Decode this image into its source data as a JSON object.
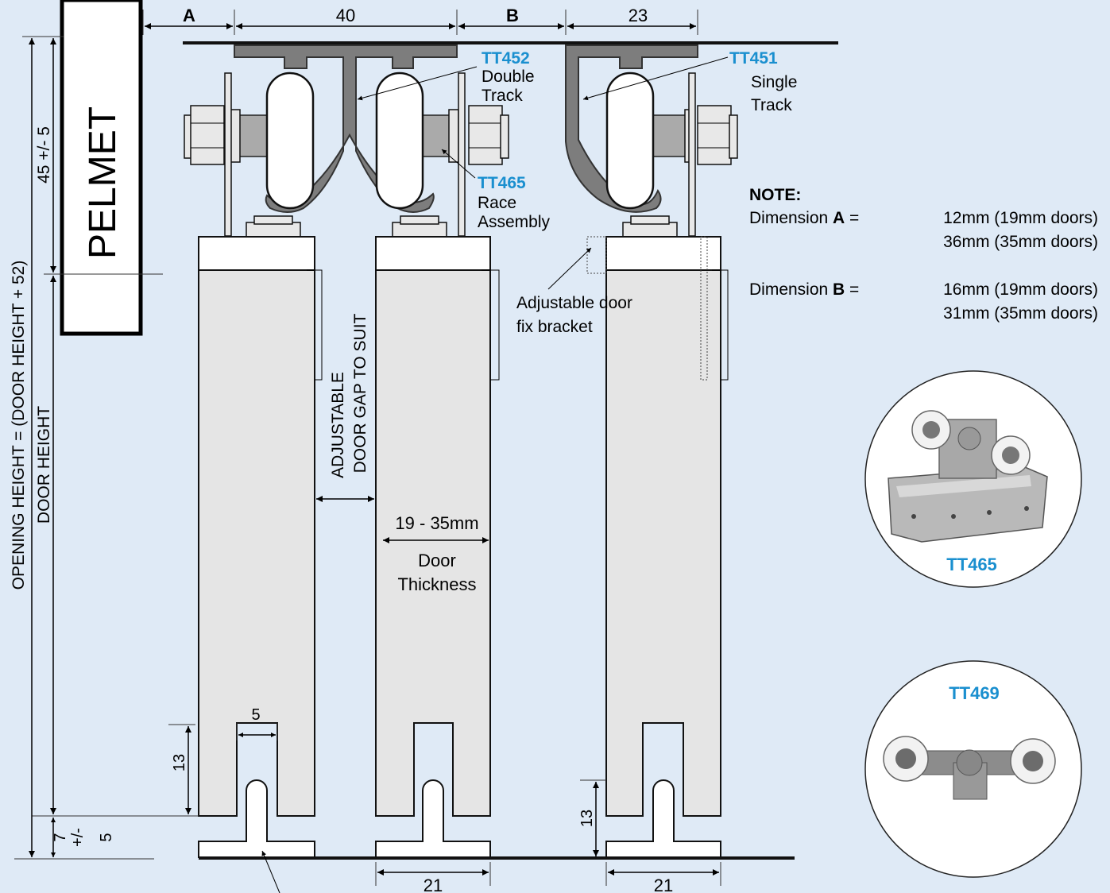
{
  "dimensions": {
    "a_label": "A",
    "b_label": "B",
    "width_40": "40",
    "width_23": "23",
    "pelmet_height": "45 +/- 5",
    "opening_height": "OPENING HEIGHT = (DOOR HEIGHT + 52)",
    "door_height": "DOOR HEIGHT",
    "bottom_gap_1": "7",
    "bottom_gap_2": "+/-",
    "bottom_gap_3": "5",
    "slot_width": "5",
    "slot_height_left": "13",
    "slot_height_right": "13",
    "guide_width_mid": "21",
    "guide_width_right": "21",
    "door_thickness_value": "19 - 35mm",
    "door_thickness_label_1": "Door",
    "door_thickness_label_2": "Thickness",
    "door_gap_1": "ADJUSTABLE",
    "door_gap_2": "DOOR GAP TO SUIT"
  },
  "labels": {
    "pelmet": "PELMET",
    "tt452_code": "TT452",
    "tt452_line1": "Double",
    "tt452_line2": "Track",
    "tt451_code": "TT451",
    "tt451_line1": "Single",
    "tt451_line2": "Track",
    "tt465_code": "TT465",
    "tt465_line1": "Race",
    "tt465_line2": "Assembly",
    "bracket_line1": "Adjustable door",
    "bracket_line2": "fix bracket"
  },
  "note": {
    "title": "NOTE:",
    "dim_a_prefix": "Dimension ",
    "dim_a_letter": "A",
    "dim_a_eq": " =",
    "dim_a_line1": "12mm (19mm doors)",
    "dim_a_line2": "36mm (35mm doors)",
    "dim_b_prefix": "Dimension ",
    "dim_b_letter": "B",
    "dim_b_eq": " =",
    "dim_b_line1": "16mm (19mm doors)",
    "dim_b_line2": "31mm (35mm doors)"
  },
  "photos": {
    "tt465_caption": "TT465",
    "tt469_caption": "TT469"
  },
  "colors": {
    "background": "#dfeaf6",
    "accent": "#1a8fcf",
    "track": "#7d7d7d",
    "door": "#e5e5e5"
  }
}
